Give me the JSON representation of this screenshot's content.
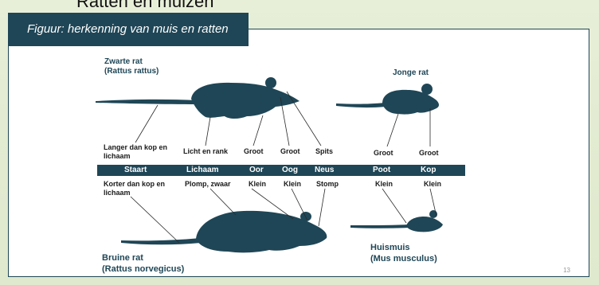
{
  "slide_title": "Ratten en muizen",
  "figure_title": "Figuur: herkenning van muis en ratten",
  "species": {
    "black_rat": [
      "Zwarte rat",
      "(Rattus rattus)"
    ],
    "young_rat": "Jonge rat",
    "brown_rat": [
      "Bruine rat",
      "(Rattus norvegicus)"
    ],
    "house_mouse": [
      "Huismuis",
      "(Mus musculus)"
    ]
  },
  "categories": [
    "Staart",
    "Lichaam",
    "Oor",
    "Oog",
    "Neus",
    "Poot",
    "Kop"
  ],
  "black_rat_labels": {
    "tail": [
      "Langer dan kop en",
      "lichaam"
    ],
    "body": "Licht en rank",
    "ear": "Groot",
    "eye": "Groot",
    "nose": "Spits"
  },
  "young_rat_labels": {
    "foot": "Groot",
    "head": "Groot"
  },
  "brown_rat_labels": {
    "tail": [
      "Korter dan kop en",
      "lichaam"
    ],
    "body": "Plomp, zwaar",
    "ear": "Klein",
    "eye": "Klein",
    "nose": "Stomp"
  },
  "mouse_labels": {
    "foot": "Klein",
    "head": "Klein"
  },
  "page_number": "13",
  "colors": {
    "silhouette": "#1f4656",
    "header": "#1f4656"
  }
}
